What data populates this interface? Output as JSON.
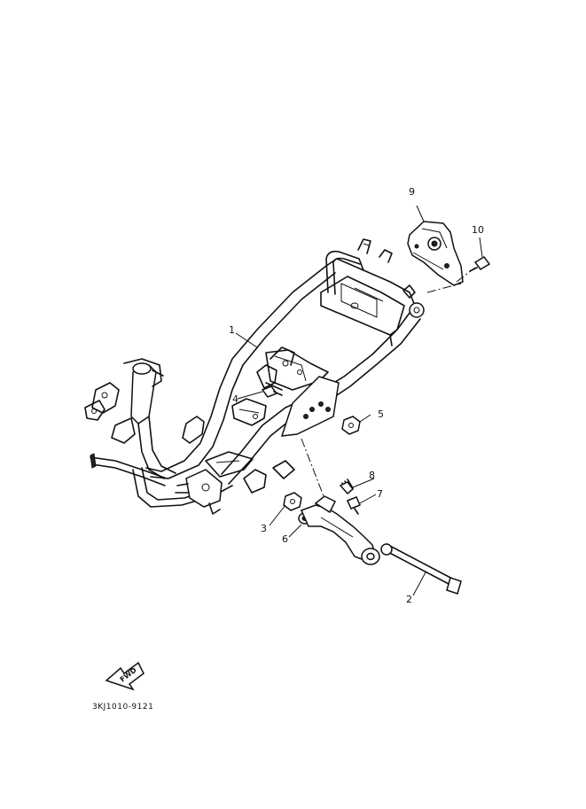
{
  "diagram": {
    "callouts": [
      "1",
      "2",
      "3",
      "4",
      "5",
      "6",
      "7",
      "8",
      "9",
      "10"
    ],
    "fwd_label": "FWD",
    "catalog_code": "3KJ1010-9121"
  }
}
